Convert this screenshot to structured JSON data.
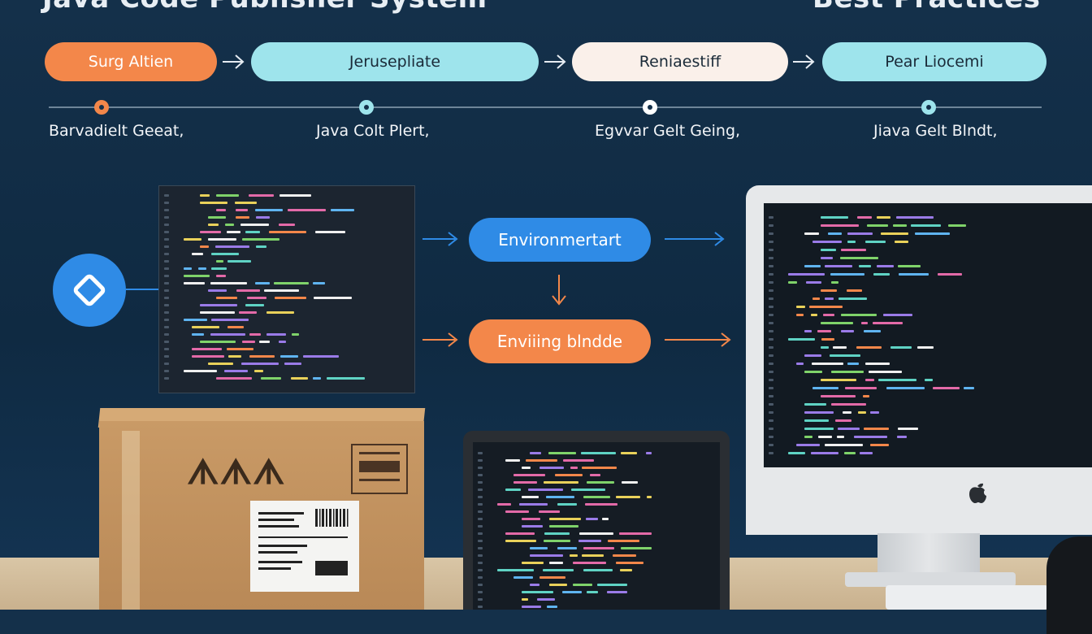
{
  "header": {
    "left_title": "Java Code Publisher System",
    "right_title": "Best Practices"
  },
  "flow": {
    "pills": [
      {
        "label": "Surg Altien",
        "bg": "#f3874a",
        "fg": "#ffffff"
      },
      {
        "label": "Jerusepliate",
        "bg": "#9ee4ec",
        "fg": "#1a2a38"
      },
      {
        "label": "Reniaestiff",
        "bg": "#faf0ea",
        "fg": "#1a2a38"
      },
      {
        "label": "Pear Liocemi",
        "bg": "#9ee4ec",
        "fg": "#1a2a38"
      }
    ]
  },
  "timeline": {
    "labels": [
      "Barvadielt Geeat,",
      "Java Colt Plert,",
      "Egvvar Gelt Geing,",
      "Jiava Gelt Blndt,"
    ],
    "dot_colors": [
      "#f3874a",
      "#9ee4ec",
      "#ffffff",
      "#9ee4ec"
    ]
  },
  "middle": {
    "env_blue_label": "Environmertart",
    "env_orange_label": "Enviiing blndde",
    "colors": {
      "blue": "#2f8be6",
      "orange": "#f3874a"
    }
  },
  "box": {
    "mark": "ᗑᗑᗑ"
  }
}
